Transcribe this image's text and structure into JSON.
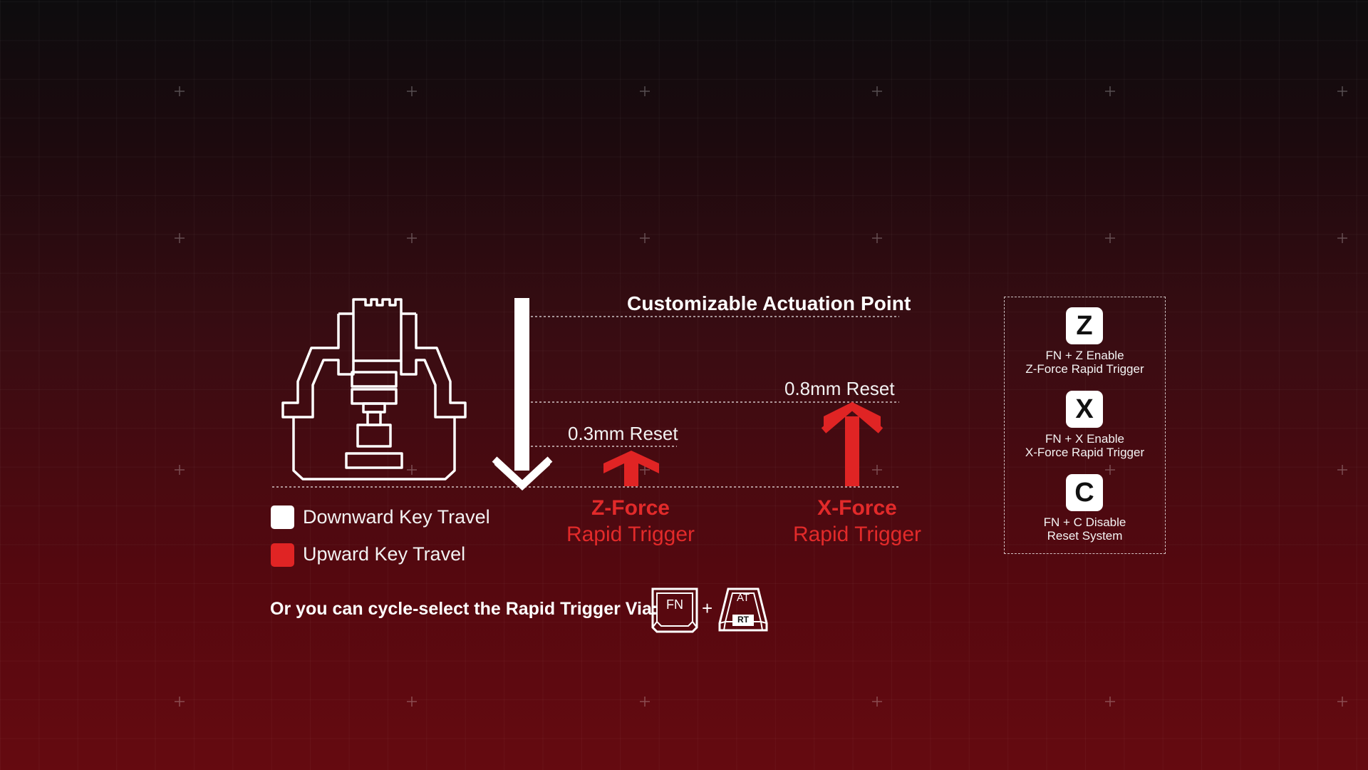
{
  "diagram": {
    "title": "Customizable Actuation Point",
    "reset_z": "0.3mm Reset",
    "reset_x": "0.8mm Reset",
    "z_mode": {
      "name": "Z-Force",
      "sub": "Rapid Trigger"
    },
    "x_mode": {
      "name": "X-Force",
      "sub": "Rapid Trigger"
    }
  },
  "legend": {
    "items": [
      {
        "label": "Downward Key Travel",
        "color": "#ffffff"
      },
      {
        "label": "Upward Key Travel",
        "color": "#e02424"
      }
    ]
  },
  "cycle": {
    "text": "Or you can cycle-select the Rapid Trigger Via:",
    "key1": "FN",
    "plus": "+",
    "key2_top": "AT",
    "key2_bottom": "RT"
  },
  "panel": {
    "items": [
      {
        "key": "Z",
        "line1": "FN + Z Enable",
        "line2": "Z-Force Rapid Trigger"
      },
      {
        "key": "X",
        "line1": "FN + X Enable",
        "line2": "X-Force Rapid Trigger"
      },
      {
        "key": "C",
        "line1": "FN + C Disable",
        "line2": "Reset System"
      }
    ]
  },
  "colors": {
    "accent_red": "#e02424",
    "white": "#ffffff"
  }
}
